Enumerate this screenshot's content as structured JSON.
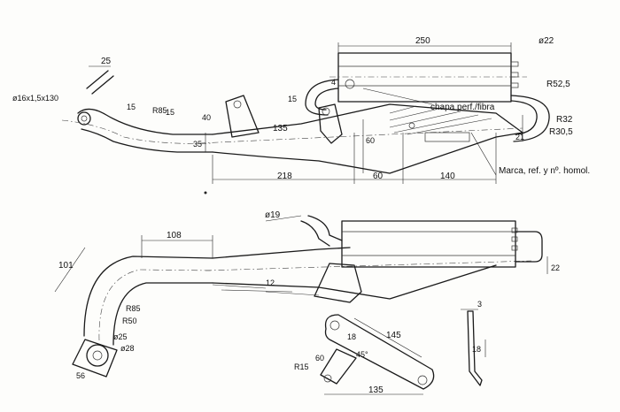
{
  "labels": {
    "d250": "250",
    "d22_top": "ø22",
    "r52": "R52,5",
    "r32": "R32",
    "r30": "R30,5",
    "d25_top": "25",
    "pipe": "ø16x1,5x130",
    "d15a": "15",
    "r85_top": "R85",
    "d15b": "15",
    "d40": "40",
    "d15c": "15",
    "d135_top": "135",
    "d35": "35",
    "d218": "218",
    "d60_h": "60",
    "d60_v": "60",
    "d140": "140",
    "d21": "21",
    "d4": "4",
    "chapa": "chapa perf./fibra",
    "marca": "Marca, ref. y nº. homol.",
    "d19": "ø19",
    "d108": "108",
    "d101": "101",
    "r85_bot": "R85",
    "r50": "R50",
    "d25_bot": "ø25",
    "d28": "ø28",
    "d56": "56",
    "d12": "12",
    "d22_bot": "22",
    "d18a": "18",
    "d145": "145",
    "d45": "45°",
    "d60b": "60",
    "r15": "R15",
    "d135_bot": "135",
    "d3": "3",
    "d18b": "18"
  }
}
